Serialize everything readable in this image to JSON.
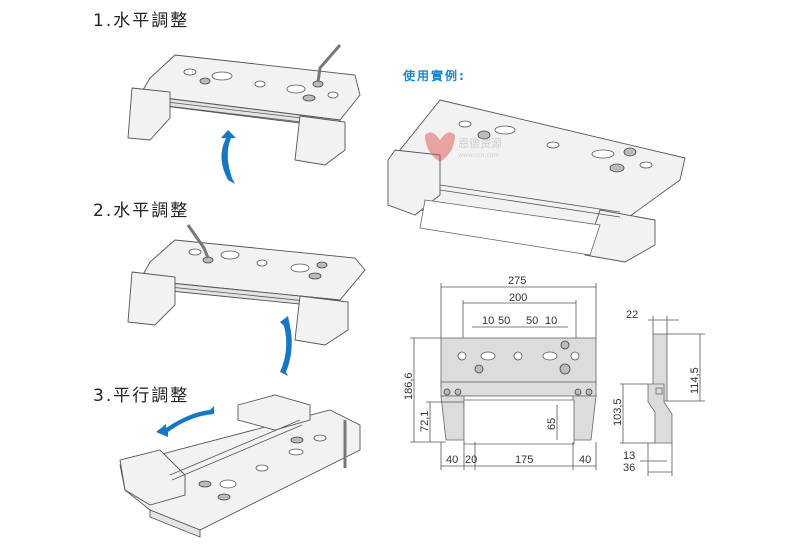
{
  "steps": [
    {
      "label": "1.水平調整"
    },
    {
      "label": "2.水平調整"
    },
    {
      "label": "3.平行調整"
    }
  ],
  "example": {
    "label": "使用實例:"
  },
  "watermark": {
    "text": "恩德资源",
    "url_text": "www.ccn.com"
  },
  "colors": {
    "arrow": "#1777c4",
    "example_label": "#1a8ad4",
    "part_fill": "#f2f2f2",
    "drawing_fill": "#dcdcdc"
  },
  "front_view_dimensions": {
    "overall_width": "275",
    "hole_span": "200",
    "offset_left_small": "10",
    "offset_left_large": "50",
    "offset_right_large": "50",
    "offset_right_small": "10",
    "overall_height": "186,6",
    "jaw_height": "72,1",
    "inner_height": "65",
    "bottom_left_jaw": "40",
    "bottom_left_gap": "20",
    "bottom_opening": "175",
    "bottom_right_jaw": "40"
  },
  "side_view_dimensions": {
    "top_width": "22",
    "upper_height": "114,5",
    "lower_height": "103,5",
    "bottom_inner": "13",
    "bottom_overall": "36"
  }
}
